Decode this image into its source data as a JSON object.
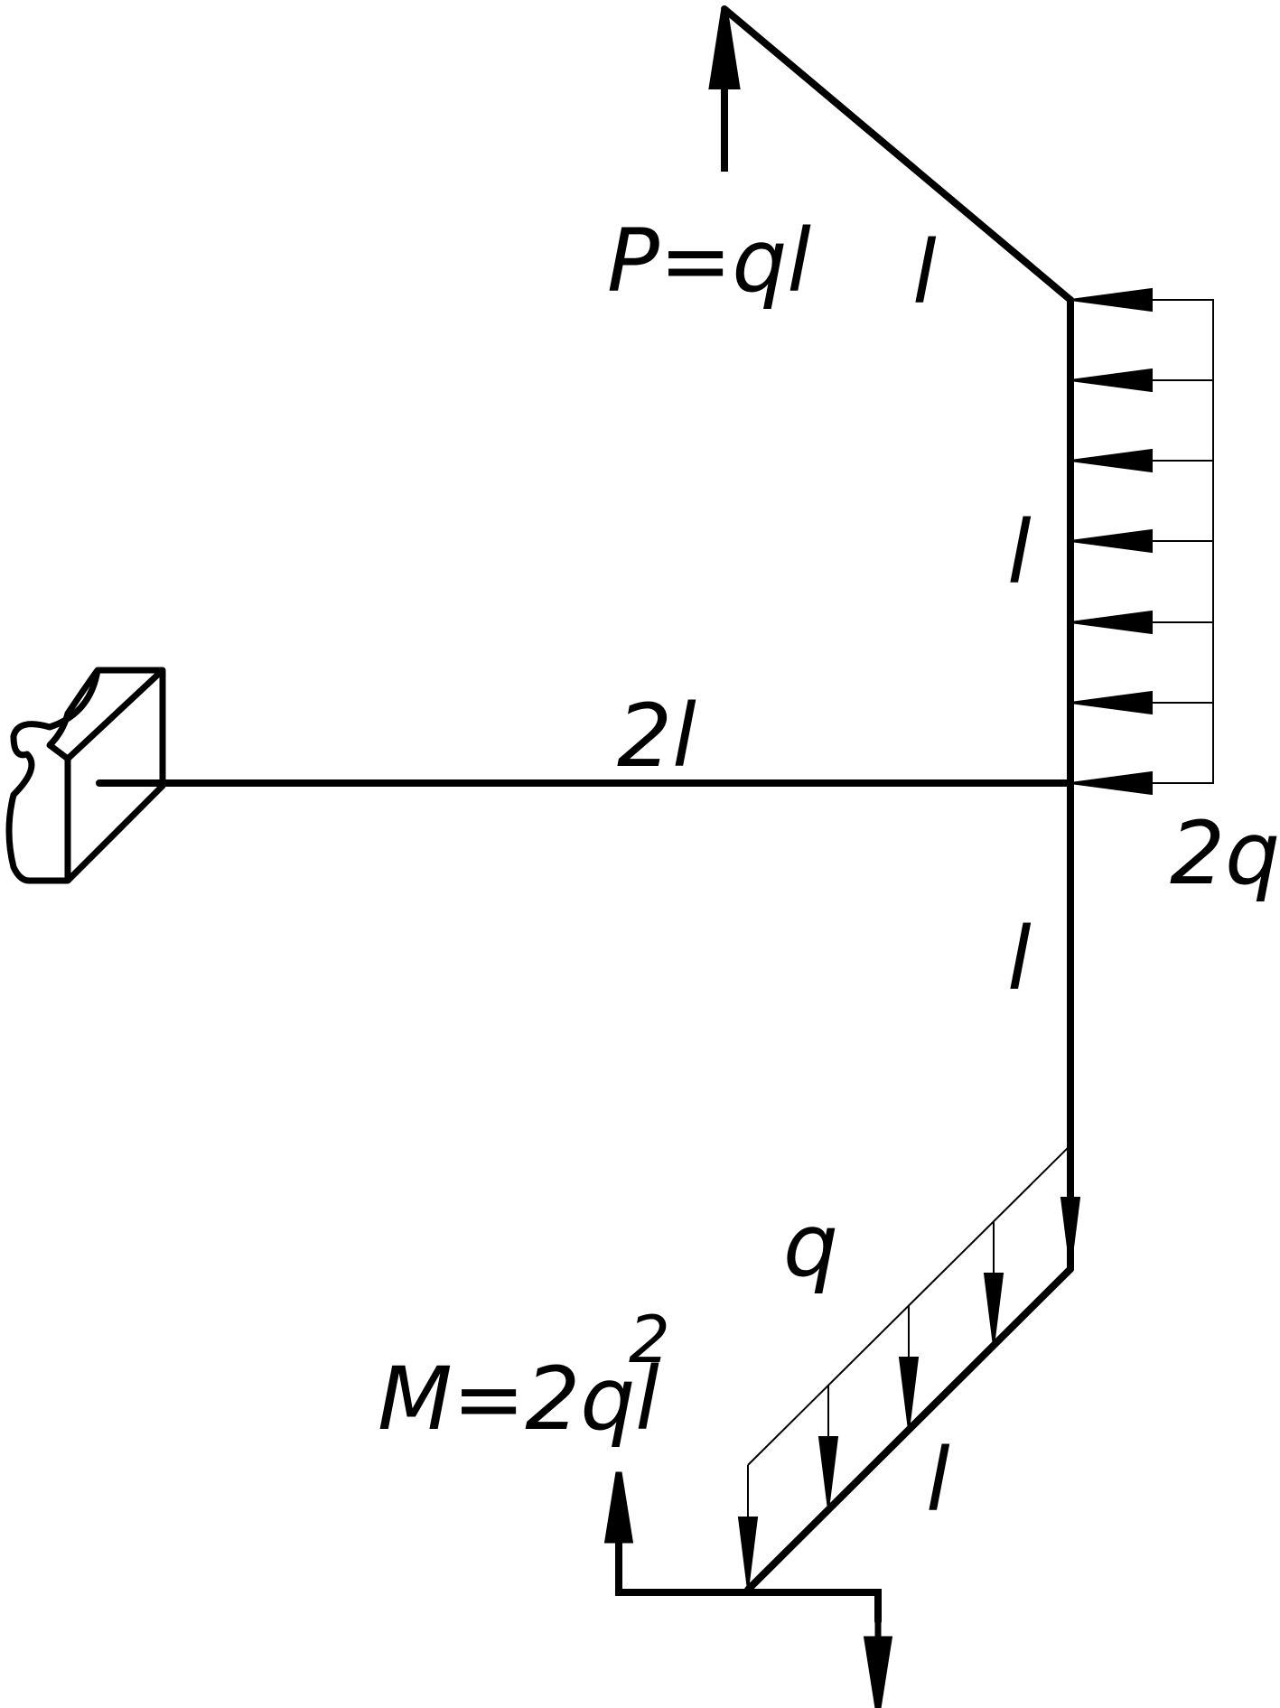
{
  "labels": {
    "force_P": "P=ql",
    "len_top_diagonal": "l",
    "len_right_upper": "l",
    "len_horizontal": "2l",
    "load_2q": "2q",
    "len_right_lower": "l",
    "load_q": "q",
    "moment_M": "M=2ql",
    "moment_exp": "2",
    "len_bottom_diagonal": "l"
  },
  "colors": {
    "ink": "#000000",
    "background": "#ffffff"
  }
}
